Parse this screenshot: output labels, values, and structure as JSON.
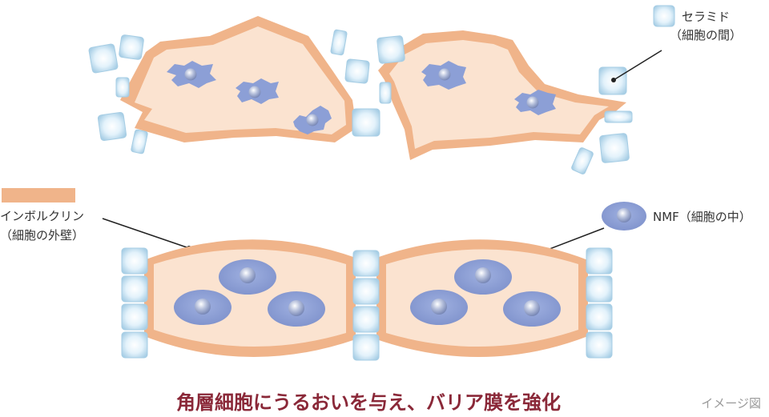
{
  "labels": {
    "ceramide_line1": "セラミド",
    "ceramide_line2": "（細胞の間）",
    "involucrin_line1": "インボルクリン",
    "involucrin_line2": "（細胞の外壁）",
    "nmf": "NMF（細胞の中）"
  },
  "caption": "角層細胞にうるおいを与え、バリア膜を強化",
  "image_note": "イメージ図",
  "colors": {
    "cell_wall": "#f0b48a",
    "cell_fill": "#fbe3d0",
    "nmf_fill": "#8c9fd6",
    "nmf_core": "#9aa8cc",
    "ceramide_fill": "#d7ecf7",
    "ceramide_edge": "#a6cde4",
    "caption": "#8a2838",
    "note": "#9a9a9a"
  }
}
